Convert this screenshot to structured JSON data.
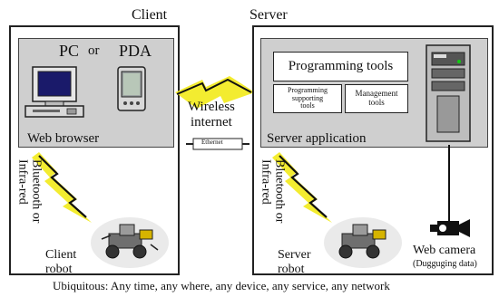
{
  "headers": {
    "client": "Client",
    "server": "Server"
  },
  "client": {
    "device_pc": "PC",
    "device_or": "or",
    "device_pda": "PDA",
    "browser_label": "Web browser",
    "bluetooth_line1": "Bluetooth or",
    "bluetooth_line2": "Infra-red",
    "robot_line1": "Client",
    "robot_line2": "robot"
  },
  "link": {
    "wireless_line1": "Wireless",
    "wireless_line2": "internet",
    "ethernet": "Ethernet"
  },
  "server": {
    "programming_tools": "Programming tools",
    "programming_supporting_line1": "Programming",
    "programming_supporting_line2": "supporting",
    "programming_supporting_line3": "tools",
    "management_line1": "Management",
    "management_line2": "tools",
    "app_label": "Server application",
    "bluetooth_line1": "Bluetooth or",
    "bluetooth_line2": "Infra-red",
    "robot_line1": "Server",
    "robot_line2": "robot",
    "camera_line1": "Web camera",
    "camera_line2": "(Dugguging data)"
  },
  "footer": "Ubiquitous: Any time, any where, any device, any service, any network"
}
